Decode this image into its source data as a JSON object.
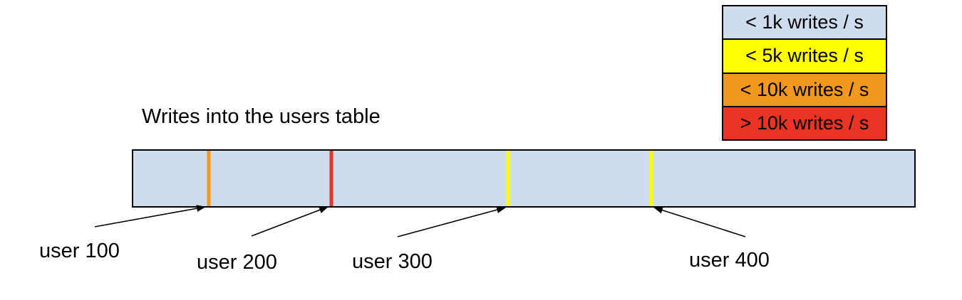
{
  "title": "Writes into the users table",
  "colors": {
    "bar_fill": "#cfdcee",
    "outline": "#000000",
    "background": "#ffffff"
  },
  "legend": {
    "items": [
      {
        "label": "< 1k writes / s",
        "color": "#cfdcee"
      },
      {
        "label": "< 5k writes / s",
        "color": "#ffff00"
      },
      {
        "label": "< 10k writes / s",
        "color": "#f1981d"
      },
      {
        "label": "> 10k writes / s",
        "color": "#e93323"
      }
    ]
  },
  "bar": {
    "fill": "#cfdcee"
  },
  "markers": [
    {
      "user": "user 100",
      "writes_rate": "< 10k writes / s",
      "color": "#f1981d",
      "left": "9.7%"
    },
    {
      "user": "user 200",
      "writes_rate": "> 10k writes / s",
      "color": "#e93323",
      "left": "25.4%"
    },
    {
      "user": "user 300",
      "writes_rate": "< 5k writes / s",
      "color": "#ffff00",
      "left": "48.0%"
    },
    {
      "user": "user 400",
      "writes_rate": "< 5k writes / s",
      "color": "#ffff00",
      "left": "66.3%"
    }
  ]
}
